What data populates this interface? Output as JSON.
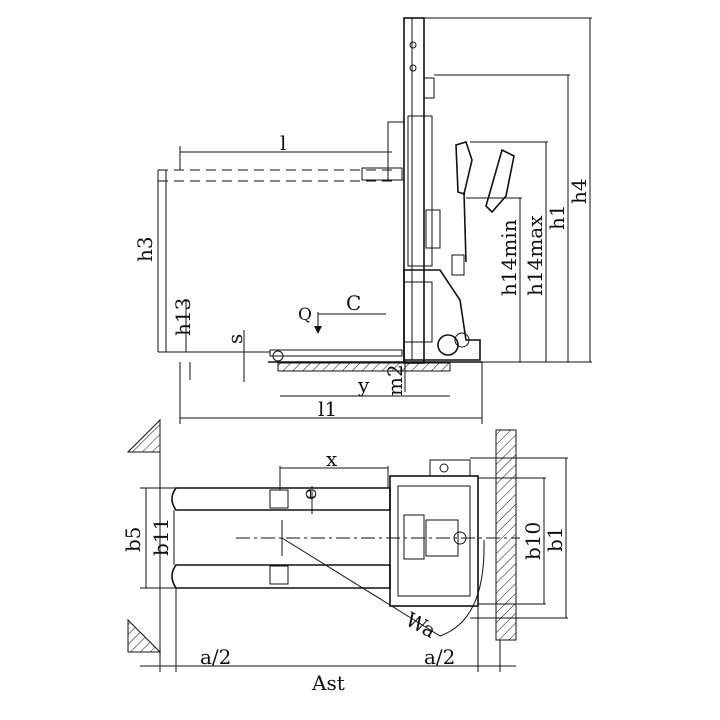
{
  "diagram": {
    "labels": {
      "l": "l",
      "h3": "h3",
      "h13": "h13",
      "s": "s",
      "q": "Q",
      "c": "C",
      "y": "y",
      "l1": "l1",
      "m2": "m2",
      "h14min": "h14min",
      "h14max": "h14max",
      "h1": "h1",
      "h4": "h4",
      "x": "x",
      "e": "e",
      "b5": "b5",
      "b11": "b11",
      "b10": "b10",
      "b1": "b1",
      "wa": "Wa",
      "a2_left": "a/2",
      "a2_right": "a/2",
      "ast": "Ast"
    }
  }
}
